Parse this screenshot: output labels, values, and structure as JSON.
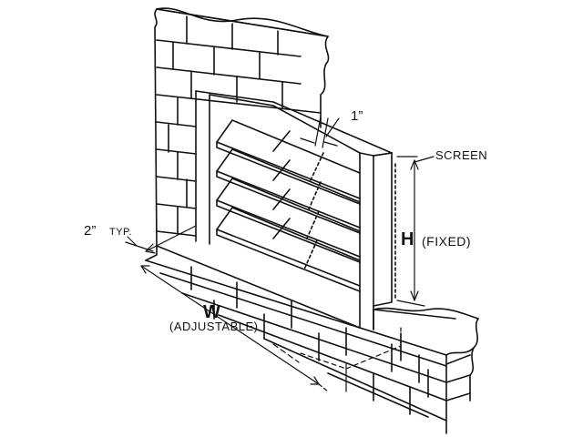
{
  "labels": {
    "one_inch": "1”",
    "screen": "SCREEN",
    "h_letter": "H",
    "h_note": "(FIXED)",
    "two_inch": "2”",
    "two_inch_note": "TYP.",
    "w_letter": "W",
    "w_note": "(ADJUSTABLE)"
  },
  "colors": {
    "ink": "#111111",
    "paper": "#ffffff",
    "shade": "#e6e6e6"
  }
}
